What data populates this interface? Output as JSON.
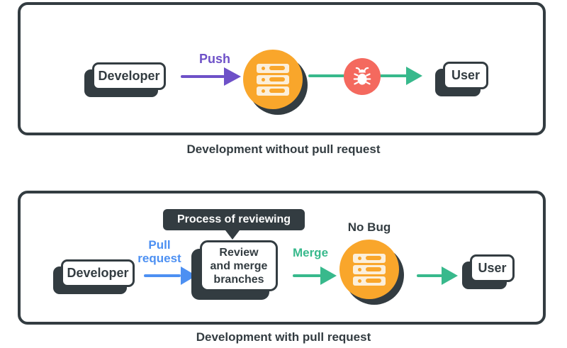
{
  "colors": {
    "ink": "#333C41",
    "purple": "#6E51C8",
    "blue": "#4D90F2",
    "green": "#38B98C",
    "orange": "#F9A62B",
    "cream": "#FCEFDA",
    "coral": "#F4695E",
    "white": "#FFFFFF"
  },
  "icons": {
    "server": "server-stack-icon",
    "bug": "bug-icon"
  },
  "top_panel": {
    "caption": "Development without pull request",
    "developer_label": "Developer",
    "push_label": "Push",
    "user_label": "User"
  },
  "bottom_panel": {
    "caption": "Development with pull request",
    "developer_label": "Developer",
    "pull_request_label": "Pull request",
    "tooltip": "Process of reviewing",
    "review_box_lines": [
      "Review",
      "and merge",
      "branches"
    ],
    "merge_label": "Merge",
    "no_bug_label": "No Bug",
    "user_label": "User"
  }
}
